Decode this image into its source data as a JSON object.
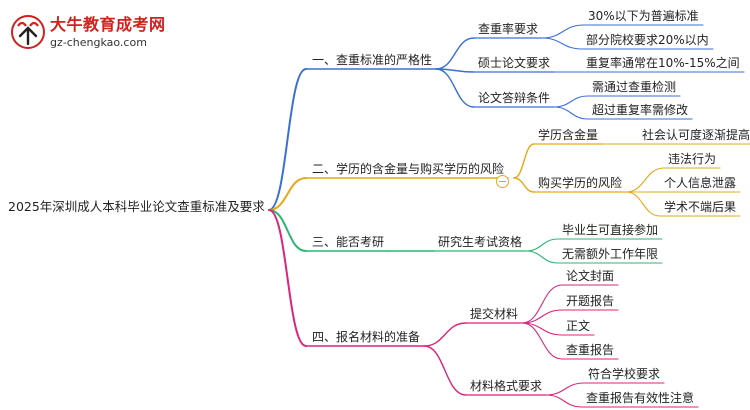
{
  "logo": {
    "title": "大牛教育成考网",
    "url": "gz-chengkao.com"
  },
  "root": "2025年深圳成人本科毕业论文查重标准及要求",
  "branches": [
    {
      "label": "一、查重标准的严格性",
      "color": "#3b6fd8",
      "children": [
        {
          "label": "查重率要求",
          "children": [
            "30%以下为普遍标准",
            "部分院校要求20%以内"
          ]
        },
        {
          "label": "硕士论文要求",
          "children": [
            "重复率通常在10%-15%之间"
          ]
        },
        {
          "label": "论文答辩条件",
          "children": [
            "需通过查重检测",
            "超过重复率需修改"
          ]
        }
      ]
    },
    {
      "label": "二、学历的含金量与购买学历的风险",
      "color": "#e6a817",
      "children": [
        {
          "label": "学历含金量",
          "children": [
            "社会认可度逐渐提高"
          ]
        },
        {
          "label": "购买学历的风险",
          "children": [
            "违法行为",
            "个人信息泄露",
            "学术不端后果"
          ]
        }
      ]
    },
    {
      "label": "三、能否考研",
      "color": "#2bb673",
      "children": [
        {
          "label": "研究生考试资格",
          "children": [
            "毕业生可直接参加",
            "无需额外工作年限"
          ]
        }
      ]
    },
    {
      "label": "四、报名材料的准备",
      "color": "#d9257a",
      "children": [
        {
          "label": "提交材料",
          "children": [
            "论文封面",
            "开题报告",
            "正文",
            "查重报告"
          ]
        },
        {
          "label": "材料格式要求",
          "children": [
            "符合学校要求",
            "查重报告有效性注意"
          ]
        }
      ]
    }
  ]
}
